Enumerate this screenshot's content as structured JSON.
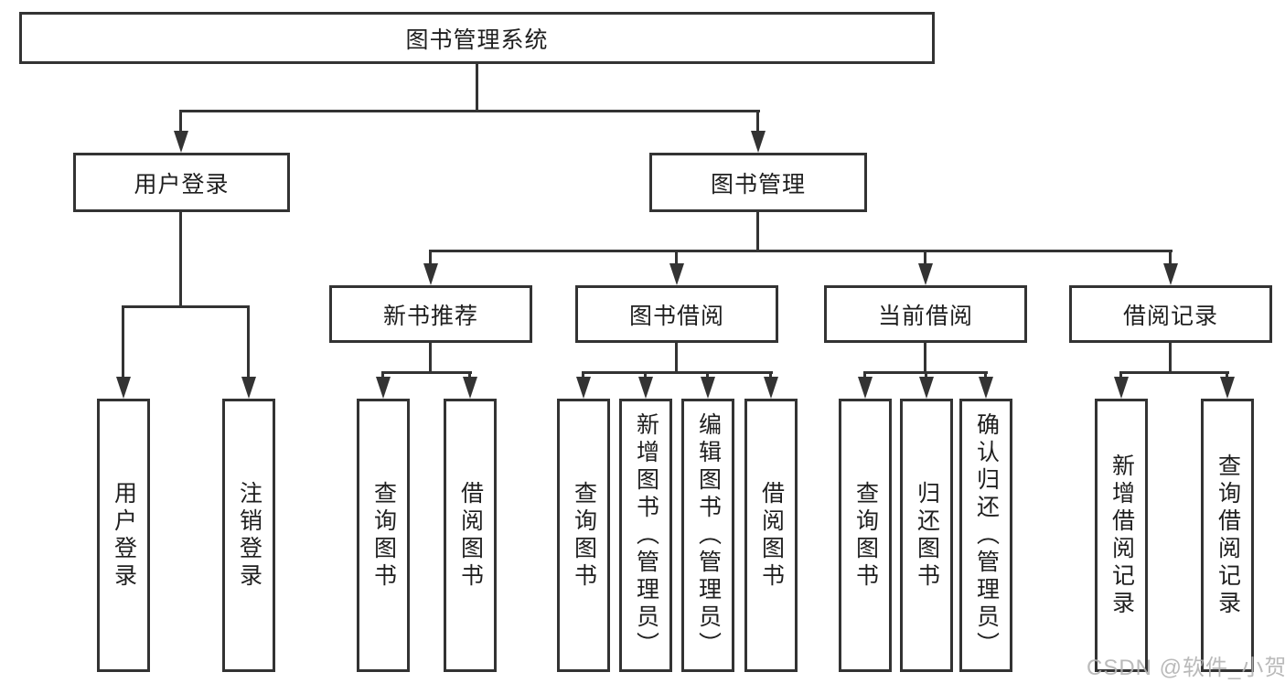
{
  "diagram": {
    "root": {
      "label": "图书管理系统"
    },
    "level2": {
      "user_login": {
        "label": "用户登录"
      },
      "book_mgmt": {
        "label": "图书管理"
      }
    },
    "level3": {
      "new_books": {
        "label": "新书推荐"
      },
      "borrow": {
        "label": "图书借阅"
      },
      "current": {
        "label": "当前借阅"
      },
      "records": {
        "label": "借阅记录"
      }
    },
    "leaves": {
      "user_login": [
        "用户登录",
        "注销登录"
      ],
      "new_books": [
        "查询图书",
        "借阅图书"
      ],
      "borrow": [
        "查询图书",
        "新增图书（管理员）",
        "编辑图书（管理员）",
        "借阅图书"
      ],
      "current": [
        "查询图书",
        "归还图书",
        "确认归还（管理员）"
      ],
      "records": [
        "新增借阅记录",
        "查询借阅记录"
      ]
    },
    "colors": {
      "line": "#333333",
      "text": "#1f1f1f",
      "watermark": "#b3b3b3"
    },
    "watermark": "CSDN @软件_小贺同学"
  }
}
